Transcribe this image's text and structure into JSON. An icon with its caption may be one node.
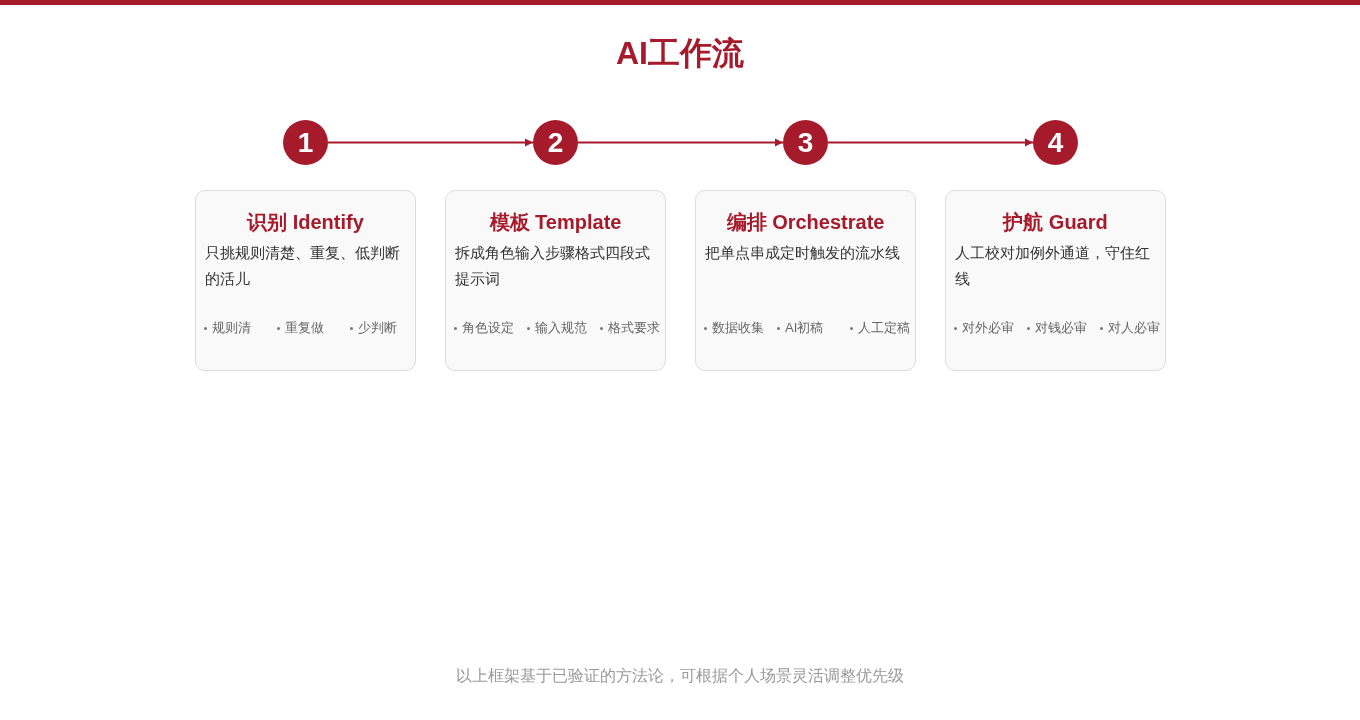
{
  "diagram": {
    "title": "AI工作流",
    "nodes": [
      {
        "text": [
          "1"
        ]
      },
      {
        "text": [
          "2"
        ]
      },
      {
        "text": [
          "3"
        ]
      },
      {
        "text": [
          "4"
        ]
      },
      {
        "text": [
          "识别 Identify",
          "只挑规则清楚、重复、低判断的活儿",
          "规则清",
          "重复做",
          "少判断"
        ]
      },
      {
        "text": [
          "模板 Template",
          "拆成角色输入步骤格式四段式提示词",
          "角色设定",
          "输入规范",
          "格式要求"
        ]
      },
      {
        "text": [
          "编排 Orchestrate",
          "把单点串成定时触发的流水线",
          "数据收集",
          "AI初稿",
          "人工定稿"
        ]
      },
      {
        "text": [
          "护航 Guard",
          "人工校对加例外通道，守住红线",
          "对外必审",
          "对钱必审",
          "对人必审"
        ]
      }
    ],
    "edges": [
      {
        "from": 0,
        "to": 1,
        "arrow": "to"
      },
      {
        "from": 1,
        "to": 2,
        "arrow": "to"
      },
      {
        "from": 2,
        "to": 3,
        "arrow": "to"
      }
    ],
    "caption": "以上框架基于已验证的方法论，可根据个人场景灵活调整优先级"
  }
}
